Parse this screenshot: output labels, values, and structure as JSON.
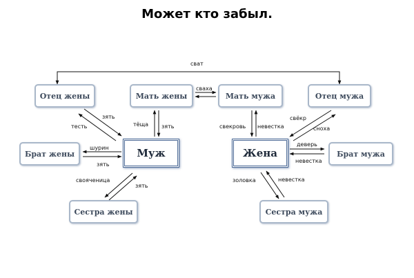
{
  "title": "Может кто забыл.",
  "nodes": {
    "wife_father": "Отец жены",
    "wife_mother": "Мать жены",
    "husband_mother": "Мать мужа",
    "husband_father": "Отец мужа",
    "wife_brother": "Брат жены",
    "husband": "Муж",
    "wife": "Жена",
    "husband_brother": "Брат мужа",
    "wife_sister": "Сестра жены",
    "husband_sister": "Сестра мужа"
  },
  "labels": {
    "svat": "сват",
    "svakha": "сваха",
    "zyat_1": "зять",
    "test": "тесть",
    "tyoshcha": "тёща",
    "zyat_2": "зять",
    "svekrov": "свекровь",
    "nevestka_1": "невестка",
    "svyokr": "свёкр",
    "snokha": "сноха",
    "shurin": "шурин",
    "zyat_3": "зять",
    "dever": "деверь",
    "nevestka_2": "невестка",
    "svoyachenitsa": "свояченица",
    "zyat_4": "зять",
    "zolovka": "золовка",
    "nevestka_3": "невестка"
  }
}
